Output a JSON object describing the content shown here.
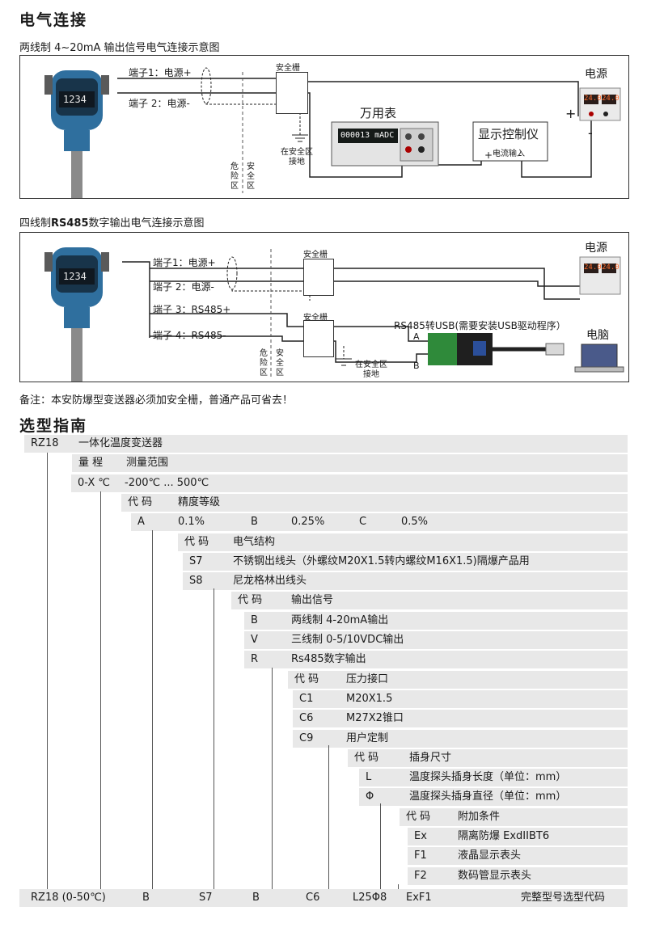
{
  "sections": {
    "connection_title": "电气连接",
    "two_wire_caption": "两线制 4~20mA 输出信号电气连接示意图",
    "four_wire_caption_prefix": "四线制",
    "four_wire_caption_bold": "RS485",
    "four_wire_caption_suffix": "数字输出电气连接示意图",
    "note": "备注：本安防爆型变送器必须加安全栅，普通产品可省去！",
    "selection_title": "选型指南"
  },
  "diagram1": {
    "display": "1234",
    "terminal1": "端子1：电源+",
    "terminal2": "端子 2：电源-",
    "barrier": "安全栅",
    "multimeter": "万用表",
    "multimeter_display": "000013 mADC",
    "controller": "显示控制仪",
    "current_input": "电流输入",
    "plus": "+",
    "minus": "-",
    "power": "电源",
    "psu_display": "24.0",
    "ground": "在安全区\n接地",
    "danger": "危\n险\n区",
    "safe": "安\n全\n区"
  },
  "diagram2": {
    "display": "1234",
    "terminal1": "端子1：电源+",
    "terminal2": "端子 2：电源-",
    "terminal3": "端子 3：RS485+",
    "terminal4": "端子 4：RS485-",
    "barrier1": "安全栅",
    "barrier2": "安全栅",
    "converter": "RS485转USB(需要安装USB驱动程序）",
    "a": "A",
    "b": "B",
    "power": "电源",
    "computer": "电脑",
    "psu_display": "24.0",
    "ground": "在安全区\n接地",
    "danger": "危\n险\n区",
    "safe": "安\n全\n区"
  },
  "table": {
    "rows": [
      {
        "c": [
          [
            "RZ18",
            38
          ],
          [
            "一体化温度变送器",
            97
          ]
        ]
      },
      {
        "c": [
          [
            "量 程",
            97
          ],
          [
            "测量范围",
            156
          ]
        ]
      },
      {
        "c": [
          [
            "0-X ℃",
            96
          ],
          [
            "-200℃ ... 500℃",
            154
          ]
        ]
      },
      {
        "c": [
          [
            "代 码",
            158
          ],
          [
            "精度等级",
            220
          ]
        ]
      },
      {
        "c": [
          [
            "A",
            170
          ],
          [
            "0.1%",
            220
          ],
          [
            "B",
            310
          ],
          [
            "0.25%",
            360
          ],
          [
            "C",
            444
          ],
          [
            "0.5%",
            496
          ]
        ]
      },
      {
        "c": [
          [
            "代 码",
            228
          ],
          [
            "电气结构",
            288
          ]
        ]
      },
      {
        "c": [
          [
            "S7",
            234
          ],
          [
            "不锈钢出线头（外螺纹M20X1.5转内螺纹M16X1.5)隔爆产品用",
            288
          ]
        ]
      },
      {
        "c": [
          [
            "S8",
            234
          ],
          [
            "尼龙格林出线头",
            288
          ]
        ]
      },
      {
        "c": [
          [
            "代 码",
            294
          ],
          [
            "输出信号",
            360
          ]
        ]
      },
      {
        "c": [
          [
            "B",
            310
          ],
          [
            "两线制 4-20mA输出",
            360
          ]
        ]
      },
      {
        "c": [
          [
            "V",
            310
          ],
          [
            "三线制 0-5/10VDC输出",
            360
          ]
        ]
      },
      {
        "c": [
          [
            "R",
            310
          ],
          [
            "Rs485数字输出",
            360
          ]
        ]
      },
      {
        "c": [
          [
            "代 码",
            364
          ],
          [
            "压力接口",
            428
          ]
        ]
      },
      {
        "c": [
          [
            "C1",
            370
          ],
          [
            "M20X1.5",
            428
          ]
        ]
      },
      {
        "c": [
          [
            "C6",
            370
          ],
          [
            "M27X2锥口",
            428
          ]
        ]
      },
      {
        "c": [
          [
            "C9",
            370
          ],
          [
            "用户定制",
            428
          ]
        ]
      },
      {
        "c": [
          [
            "代 码",
            438
          ],
          [
            "插身尺寸",
            506
          ]
        ]
      },
      {
        "c": [
          [
            "L",
            452
          ],
          [
            "温度探头插身长度（单位：mm）",
            506
          ]
        ]
      },
      {
        "c": [
          [
            "Φ",
            452
          ],
          [
            "温度探头插身直径（单位：mm）",
            506
          ]
        ]
      },
      {
        "c": [
          [
            "代 码",
            502
          ],
          [
            "附加条件",
            566
          ]
        ]
      },
      {
        "c": [
          [
            "Ex",
            512
          ],
          [
            "隔离防爆 ExdIIBT6",
            566
          ]
        ]
      },
      {
        "c": [
          [
            "F1",
            512
          ],
          [
            "液晶显示表头",
            566
          ]
        ]
      },
      {
        "c": [
          [
            "F2",
            512
          ],
          [
            "数码管显示表头",
            566
          ]
        ]
      }
    ],
    "final_row": [
      "RZ18 (0-50℃)",
      "B",
      "S7",
      "B",
      "C6",
      "L25Φ8",
      "ExF1",
      "完整型号选型代码"
    ]
  },
  "colors": {
    "row_bg": "#e8e8e8",
    "device_blue": "#2f6f9e",
    "line": "#222222"
  }
}
